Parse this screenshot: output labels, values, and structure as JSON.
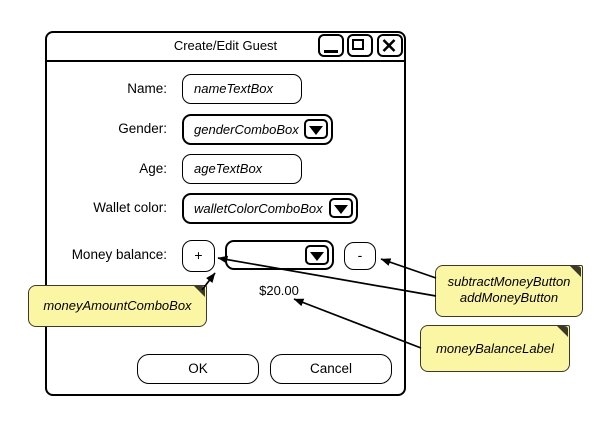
{
  "window": {
    "title": "Create/Edit Guest"
  },
  "icons": {
    "minimize": "_",
    "maximize": "□",
    "close": "✕",
    "dropdown_arrow": "▼"
  },
  "form": {
    "name": {
      "label": "Name:",
      "value": "nameTextBox"
    },
    "gender": {
      "label": "Gender:",
      "value": "genderComboBox"
    },
    "age": {
      "label": "Age:",
      "value": "ageTextBox"
    },
    "wallet": {
      "label": "Wallet color:",
      "value": "walletColorComboBox"
    },
    "money": {
      "label": "Money balance:",
      "add_button": "+",
      "subtract_button": "-",
      "amount_combo_value": "",
      "balance_text": "$20.00"
    }
  },
  "buttons": {
    "ok": "OK",
    "cancel": "Cancel"
  },
  "annotations": {
    "money_amount_note": "moneyAmountComboBox",
    "subtract_add_note_line1": "subtractMoneyButton",
    "subtract_add_note_line2": "addMoneyButton",
    "money_balance_note": "moneyBalanceLabel"
  },
  "colors": {
    "note_fill": "#FBF6A4",
    "note_border": "#3a3a28",
    "stroke": "#000000",
    "background": "#ffffff"
  }
}
